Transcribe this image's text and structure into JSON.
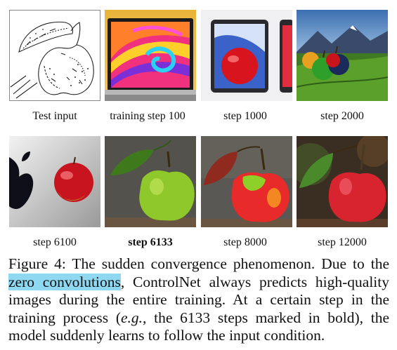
{
  "panels": [
    {
      "label": "Test input",
      "icon": "apple-sketch-icon",
      "bold": false
    },
    {
      "label": "training step 100",
      "icon": "laptop-swirl-icon",
      "bold": false
    },
    {
      "label": "step 1000",
      "icon": "tablet-apple-icon",
      "bold": false
    },
    {
      "label": "step 2000",
      "icon": "apples-landscape-icon",
      "bold": false
    },
    {
      "label": "step 6100",
      "icon": "apple-logo-icon",
      "bold": false
    },
    {
      "label": "step 6133",
      "icon": "green-apple-icon",
      "bold": true
    },
    {
      "label": "step 8000",
      "icon": "red-green-apple-icon",
      "bold": false
    },
    {
      "label": "step 12000",
      "icon": "red-apple-icon",
      "bold": false
    }
  ],
  "caption": {
    "part1": "Figure 4: The sudden convergence phenomenon. Due to the ",
    "highlight": "zero convolutions",
    "part2": ", ControlNet always predicts high-quality images during the entire training. At a certain step in the training process (",
    "eg": "e.g.",
    "part3": ", the 6133 steps marked in bold), the model suddenly learns to follow the input condition.",
    "highlight_color": "#8fd8f2"
  }
}
